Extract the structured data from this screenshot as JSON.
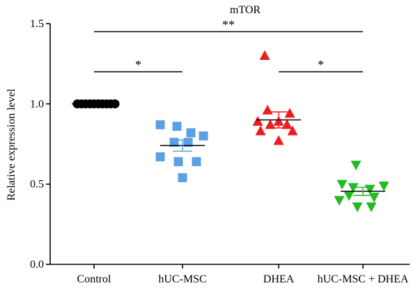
{
  "chart_data": {
    "type": "scatter",
    "title": "mTOR",
    "ylabel": "Relative expression level",
    "xlabel": "",
    "ylim": [
      0.0,
      1.5
    ],
    "yticks": [
      "0.0",
      "0.5",
      "1.0",
      "1.5"
    ],
    "categories": [
      "Control",
      "hUC-MSC",
      "DHEA",
      "hUC-MSC + DHEA"
    ],
    "series": [
      {
        "category": "Control",
        "marker": "circle",
        "color": "#000000",
        "values": [
          1.0,
          1.0,
          1.0,
          1.0,
          1.0,
          1.0,
          1.0,
          1.0,
          1.0,
          1.0
        ],
        "mean": 1.0,
        "sem": 0.0
      },
      {
        "category": "hUC-MSC",
        "marker": "square",
        "color": "#5aa0e6",
        "values": [
          0.87,
          0.86,
          0.82,
          0.8,
          0.76,
          0.76,
          0.67,
          0.64,
          0.64,
          0.54
        ],
        "mean": 0.74,
        "sem": 0.035
      },
      {
        "category": "DHEA",
        "marker": "triangle-up",
        "color": "#ee1c1c",
        "values": [
          1.3,
          0.96,
          0.94,
          0.89,
          0.89,
          0.87,
          0.87,
          0.83,
          0.83,
          0.77
        ],
        "mean": 0.9,
        "sem": 0.05
      },
      {
        "category": "hUC-MSC + DHEA",
        "marker": "triangle-down",
        "color": "#22bb22",
        "values": [
          0.62,
          0.5,
          0.49,
          0.48,
          0.47,
          0.43,
          0.42,
          0.4,
          0.36,
          0.36
        ],
        "mean": 0.455,
        "sem": 0.025
      }
    ],
    "significance": [
      {
        "from": "Control",
        "to": "hUC-MSC + DHEA",
        "y": 1.45,
        "label": "**"
      },
      {
        "from": "Control",
        "to": "hUC-MSC",
        "y": 1.2,
        "label": "*"
      },
      {
        "from": "DHEA",
        "to": "hUC-MSC + DHEA",
        "y": 1.2,
        "label": "*"
      }
    ]
  }
}
